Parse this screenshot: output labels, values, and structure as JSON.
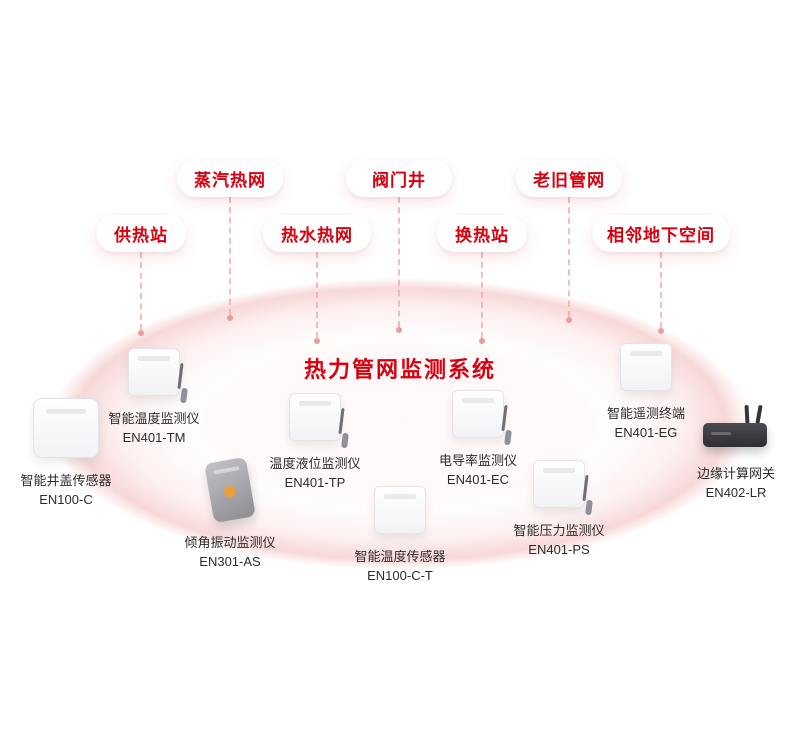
{
  "title": "热力管网监测系统",
  "colors": {
    "accent_red": "#d7000f",
    "label_text": "#2c2c2c",
    "ring_pink": "#f5cbcb",
    "connector_pink": "#eea8a8",
    "tilt_dot_orange": "#f09f2e"
  },
  "pills": [
    {
      "label": "供热站"
    },
    {
      "label": "蒸汽热网"
    },
    {
      "label": "热水热网"
    },
    {
      "label": "阀门井"
    },
    {
      "label": "换热站"
    },
    {
      "label": "老旧管网"
    },
    {
      "label": "相邻地下空间"
    }
  ],
  "devices": [
    {
      "name": "智能井盖传感器",
      "model": "EN100-C"
    },
    {
      "name": "智能温度监测仪",
      "model": "EN401-TM"
    },
    {
      "name": "倾角振动监测仪",
      "model": "EN301-AS"
    },
    {
      "name": "温度液位监测仪",
      "model": "EN401-TP"
    },
    {
      "name": "智能温度传感器",
      "model": "EN100-C-T"
    },
    {
      "name": "电导率监测仪",
      "model": "EN401-EC"
    },
    {
      "name": "智能压力监测仪",
      "model": "EN401-PS"
    },
    {
      "name": "智能遥测终端",
      "model": "EN401-EG"
    },
    {
      "name": "边缘计算网关",
      "model": "EN402-LR"
    }
  ]
}
